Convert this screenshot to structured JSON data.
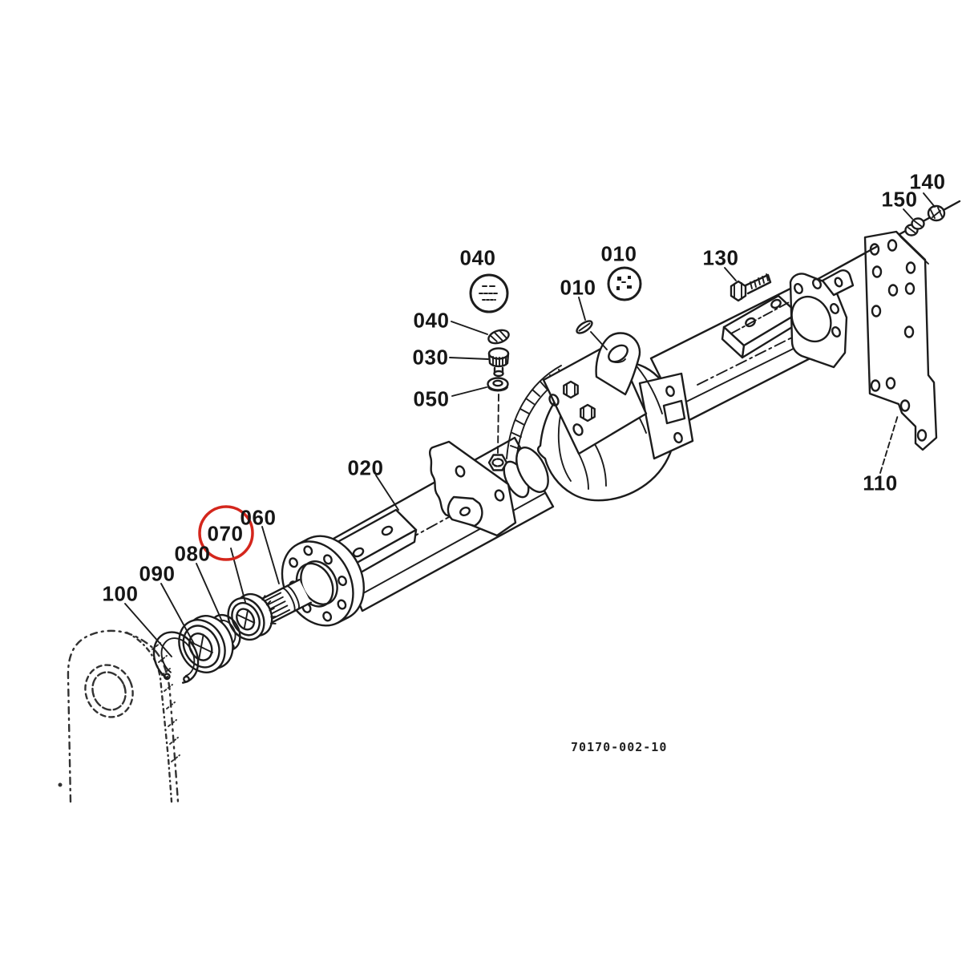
{
  "figure": {
    "drawing_number": "70170-002-10",
    "highlighted_ref": "070",
    "highlight_color": "#d4261c"
  },
  "callouts": {
    "c140": "140",
    "c150": "150",
    "c130": "130",
    "c010a": "010",
    "c010b": "010",
    "c040a": "040",
    "c040b": "040",
    "c030": "030",
    "c050": "050",
    "c020": "020",
    "c060": "060",
    "c070": "070",
    "c080": "080",
    "c090": "090",
    "c100": "100",
    "c110": "110"
  }
}
